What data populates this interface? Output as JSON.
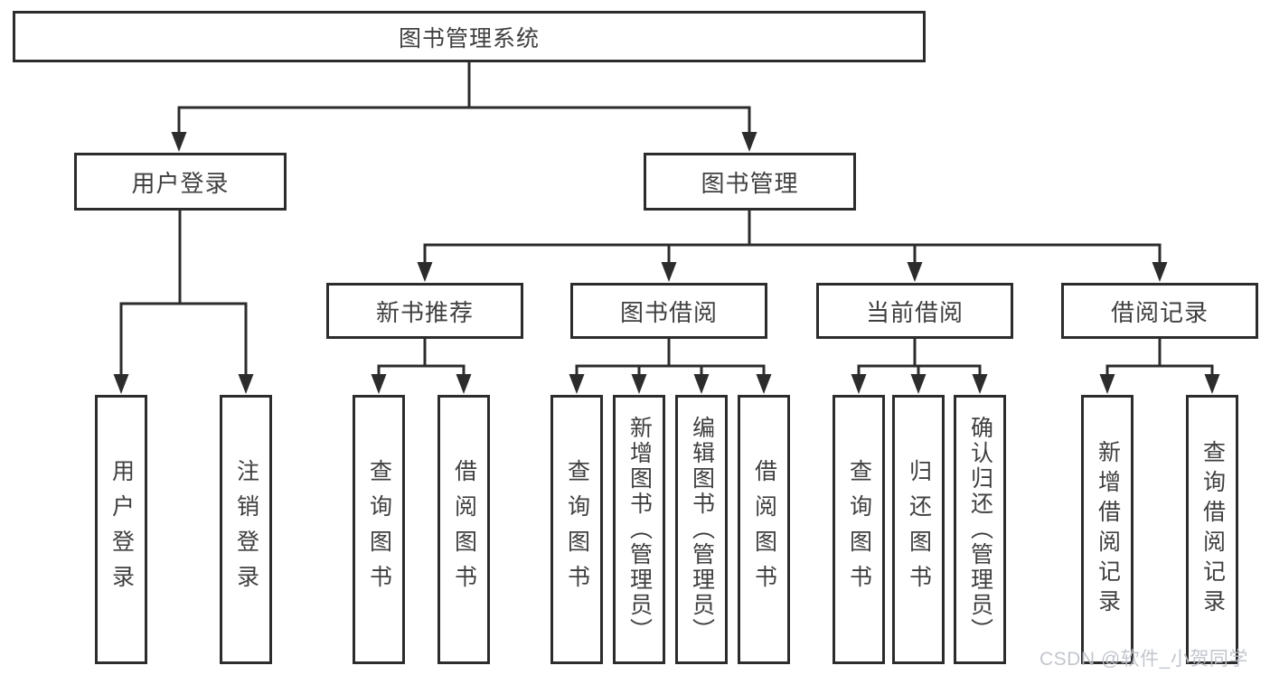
{
  "diagram": {
    "root": {
      "label": "图书管理系统"
    },
    "branches": {
      "user_login": {
        "label": "用户登录",
        "children": {
          "login": {
            "label": "用户登录"
          },
          "logout": {
            "label": "注销登录"
          }
        }
      },
      "book_mgmt": {
        "label": "图书管理",
        "children": {
          "new_book_rec": {
            "label": "新书推荐",
            "children": {
              "query": {
                "label": "查询图书"
              },
              "borrow": {
                "label": "借阅图书"
              }
            }
          },
          "book_borrow": {
            "label": "图书借阅",
            "children": {
              "query": {
                "label": "查询图书"
              },
              "add": {
                "label": "新增图书（管理员）"
              },
              "edit": {
                "label": "编辑图书（管理员）"
              },
              "borrow": {
                "label": "借阅图书"
              }
            }
          },
          "current_borrow": {
            "label": "当前借阅",
            "children": {
              "query": {
                "label": "查询图书"
              },
              "return": {
                "label": "归还图书"
              },
              "confirm_return": {
                "label": "确认归还（管理员）"
              }
            }
          },
          "borrow_records": {
            "label": "借阅记录",
            "children": {
              "add": {
                "label": "新增借阅记录"
              },
              "query": {
                "label": "查询借阅记录"
              }
            }
          }
        }
      }
    }
  },
  "watermark": {
    "text": "CSDN @软件_小贺同学"
  },
  "colors": {
    "line": "#2c2c2c",
    "text": "#3f3f3f",
    "watermark": "#bdc1c9",
    "background": "#ffffff"
  }
}
